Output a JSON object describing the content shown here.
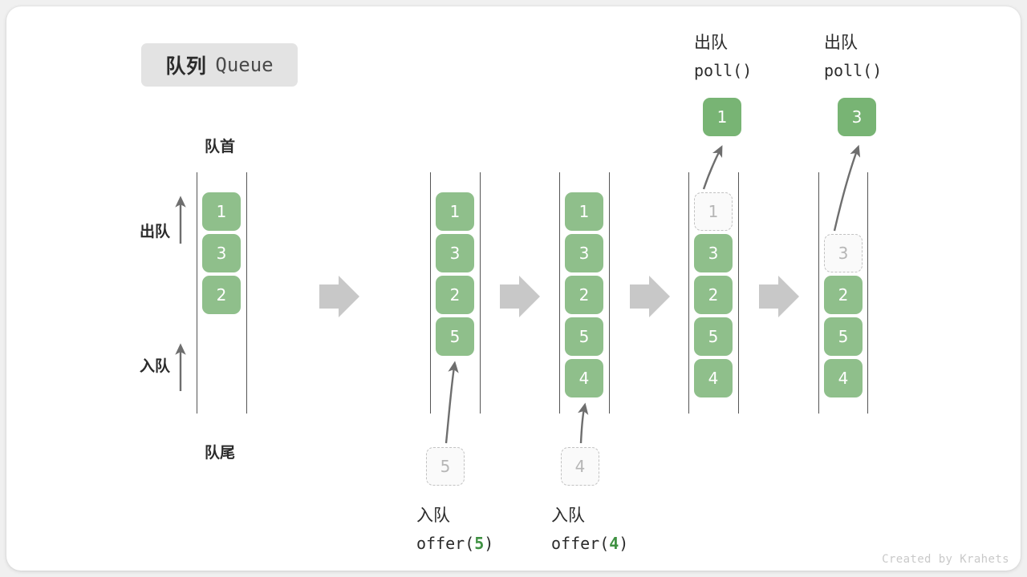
{
  "title": {
    "cn": "队列",
    "en": "Queue"
  },
  "labels": {
    "head": "队首",
    "tail": "队尾",
    "dequeue_side": "出队",
    "enqueue_side": "入队"
  },
  "colors": {
    "box_green": "#8fbf8b",
    "box_green_popped": "#78b474",
    "ghost_border": "#c2c2c2",
    "ghost_fill": "#fafafa",
    "ghost_text": "#b6b6b6",
    "rail": "#555555",
    "arrow_gray": "#c8c8c8",
    "curve_arrow": "#6e6e6e",
    "badge_bg": "#e3e3e3",
    "text_dark": "#2b2b2b",
    "arg_green": "#3f9142",
    "footer_text": "#c9c9c9"
  },
  "panels": [
    {
      "id": "panel-initial",
      "slots": [
        {
          "value": "1",
          "state": "filled"
        },
        {
          "value": "3",
          "state": "filled"
        },
        {
          "value": "2",
          "state": "filled"
        }
      ]
    },
    {
      "id": "panel-offer-5",
      "slots": [
        {
          "value": "1",
          "state": "filled"
        },
        {
          "value": "3",
          "state": "filled"
        },
        {
          "value": "2",
          "state": "filled"
        },
        {
          "value": "5",
          "state": "filled"
        }
      ],
      "incoming": {
        "value": "5",
        "state": "ghost"
      },
      "caption_cn": "入队",
      "caption_fn": "offer(",
      "caption_arg": "5",
      "caption_close": ")"
    },
    {
      "id": "panel-offer-4",
      "slots": [
        {
          "value": "1",
          "state": "filled"
        },
        {
          "value": "3",
          "state": "filled"
        },
        {
          "value": "2",
          "state": "filled"
        },
        {
          "value": "5",
          "state": "filled"
        },
        {
          "value": "4",
          "state": "filled"
        }
      ],
      "incoming": {
        "value": "4",
        "state": "ghost"
      },
      "caption_cn": "入队",
      "caption_fn": "offer(",
      "caption_arg": "4",
      "caption_close": ")"
    },
    {
      "id": "panel-poll-1",
      "slots": [
        {
          "value": "1",
          "state": "ghost"
        },
        {
          "value": "3",
          "state": "filled"
        },
        {
          "value": "2",
          "state": "filled"
        },
        {
          "value": "5",
          "state": "filled"
        },
        {
          "value": "4",
          "state": "filled"
        }
      ],
      "outgoing": {
        "value": "1",
        "state": "popped"
      },
      "caption_cn": "出队",
      "caption_fn": "poll()"
    },
    {
      "id": "panel-poll-3",
      "slots": [
        {
          "value": "",
          "state": "empty"
        },
        {
          "value": "3",
          "state": "ghost"
        },
        {
          "value": "2",
          "state": "filled"
        },
        {
          "value": "5",
          "state": "filled"
        },
        {
          "value": "4",
          "state": "filled"
        }
      ],
      "outgoing": {
        "value": "3",
        "state": "popped"
      },
      "caption_cn": "出队",
      "caption_fn": "poll()"
    }
  ],
  "footer": "Created by Krahets"
}
